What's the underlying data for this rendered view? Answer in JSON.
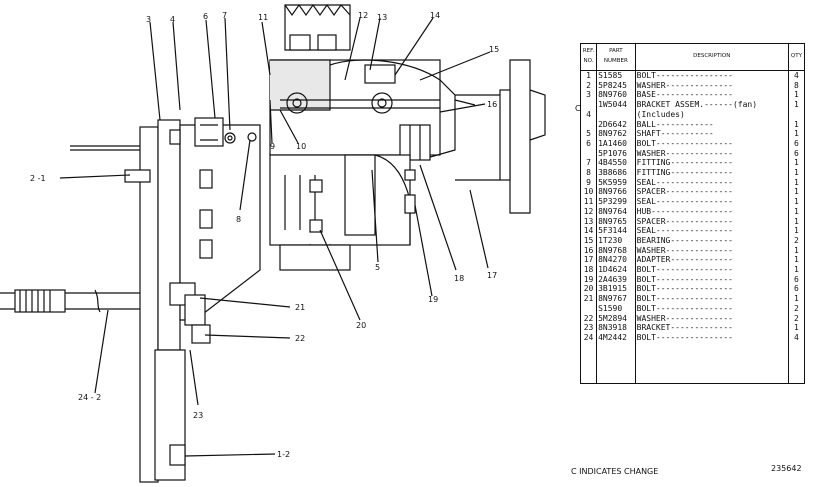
{
  "callouts": {
    "c3": "3",
    "c4": "4",
    "c6": "6",
    "c7": "7",
    "c11": "11",
    "c12": "12",
    "c13": "13",
    "c14": "14",
    "c15": "15",
    "c16": "16",
    "c10": "10",
    "c9": "9",
    "c8": "8",
    "c2_1": "2 -1",
    "c5": "5",
    "c18": "18",
    "c17": "17",
    "c19": "19",
    "c20": "20",
    "c21": "21",
    "c22": "22",
    "c24_2": "24 - 2",
    "c23": "23",
    "c1_2": "1-2"
  },
  "table": {
    "headers": {
      "ref": "REF. NO.",
      "part": "PART NUMBER",
      "desc": "DESCRIPTION",
      "qty": "QTY"
    },
    "rows": [
      {
        "ref": "1",
        "part": "S1585",
        "desc": "BOLT----------------",
        "qty": "4"
      },
      {
        "ref": "2",
        "part": "5P8245",
        "desc": "WASHER--------------",
        "qty": "8"
      },
      {
        "ref": "3",
        "part": "8N9760",
        "desc": "BASE----------------",
        "qty": "1"
      },
      {
        "ref": "",
        "part": "1W5044",
        "desc": "BRACKET ASSEM.------(fan)",
        "qty": "1"
      },
      {
        "ref": "4",
        "part": "",
        "desc": "(Includes)",
        "qty": ""
      },
      {
        "ref": "",
        "part": "2D6642",
        "desc": "   BALL------------",
        "qty": "1"
      },
      {
        "ref": "5",
        "part": "8N9762",
        "desc": "   SHAFT-----------",
        "qty": "1"
      },
      {
        "ref": "6",
        "part": "1A1460",
        "desc": "BOLT----------------",
        "qty": "6"
      },
      {
        "ref": "",
        "part": "5P1076",
        "desc": "WASHER--------------",
        "qty": "6"
      },
      {
        "ref": "7",
        "part": "4B4550",
        "desc": "FITTING-------------",
        "qty": "1"
      },
      {
        "ref": "8",
        "part": "3B8686",
        "desc": "FITTING-------------",
        "qty": "1"
      },
      {
        "ref": "9",
        "part": "5K5959",
        "desc": "SEAL----------------",
        "qty": "1"
      },
      {
        "ref": "10",
        "part": "8N9766",
        "desc": "SPACER--------------",
        "qty": "1"
      },
      {
        "ref": "11",
        "part": "5P3299",
        "desc": "SEAL----------------",
        "qty": "1"
      },
      {
        "ref": "12",
        "part": "8N9764",
        "desc": "HUB-----------------",
        "qty": "1"
      },
      {
        "ref": "13",
        "part": "8N9765",
        "desc": "SPACER--------------",
        "qty": "1"
      },
      {
        "ref": "14",
        "part": "5F3144",
        "desc": "SEAL----------------",
        "qty": "1"
      },
      {
        "ref": "15",
        "part": "1T230",
        "desc": "BEARING-------------",
        "qty": "2"
      },
      {
        "ref": "16",
        "part": "8N9768",
        "desc": "WASHER--------------",
        "qty": "1"
      },
      {
        "ref": "17",
        "part": "8N4270",
        "desc": "ADAPTER-------------",
        "qty": "1"
      },
      {
        "ref": "18",
        "part": "1D4624",
        "desc": "BOLT----------------",
        "qty": "1"
      },
      {
        "ref": "19",
        "part": "2A4639",
        "desc": "BOLT----------------",
        "qty": "6"
      },
      {
        "ref": "20",
        "part": "3B1915",
        "desc": "BOLT----------------",
        "qty": "6"
      },
      {
        "ref": "21",
        "part": "8N9767",
        "desc": "BOLT----------------",
        "qty": "1"
      },
      {
        "ref": "",
        "part": "S1590",
        "desc": "BOLT----------------",
        "qty": "2"
      },
      {
        "ref": "22",
        "part": "5M2894",
        "desc": "WASHER--------------",
        "qty": "2"
      },
      {
        "ref": "23",
        "part": "8N3918",
        "desc": "BRACKET-------------",
        "qty": "1"
      },
      {
        "ref": "24",
        "part": "4M2442",
        "desc": "BOLT----------------",
        "qty": "4"
      }
    ]
  },
  "change_mark": "C",
  "change_note": "C  INDICATES CHANGE",
  "drawing_number": "235642"
}
